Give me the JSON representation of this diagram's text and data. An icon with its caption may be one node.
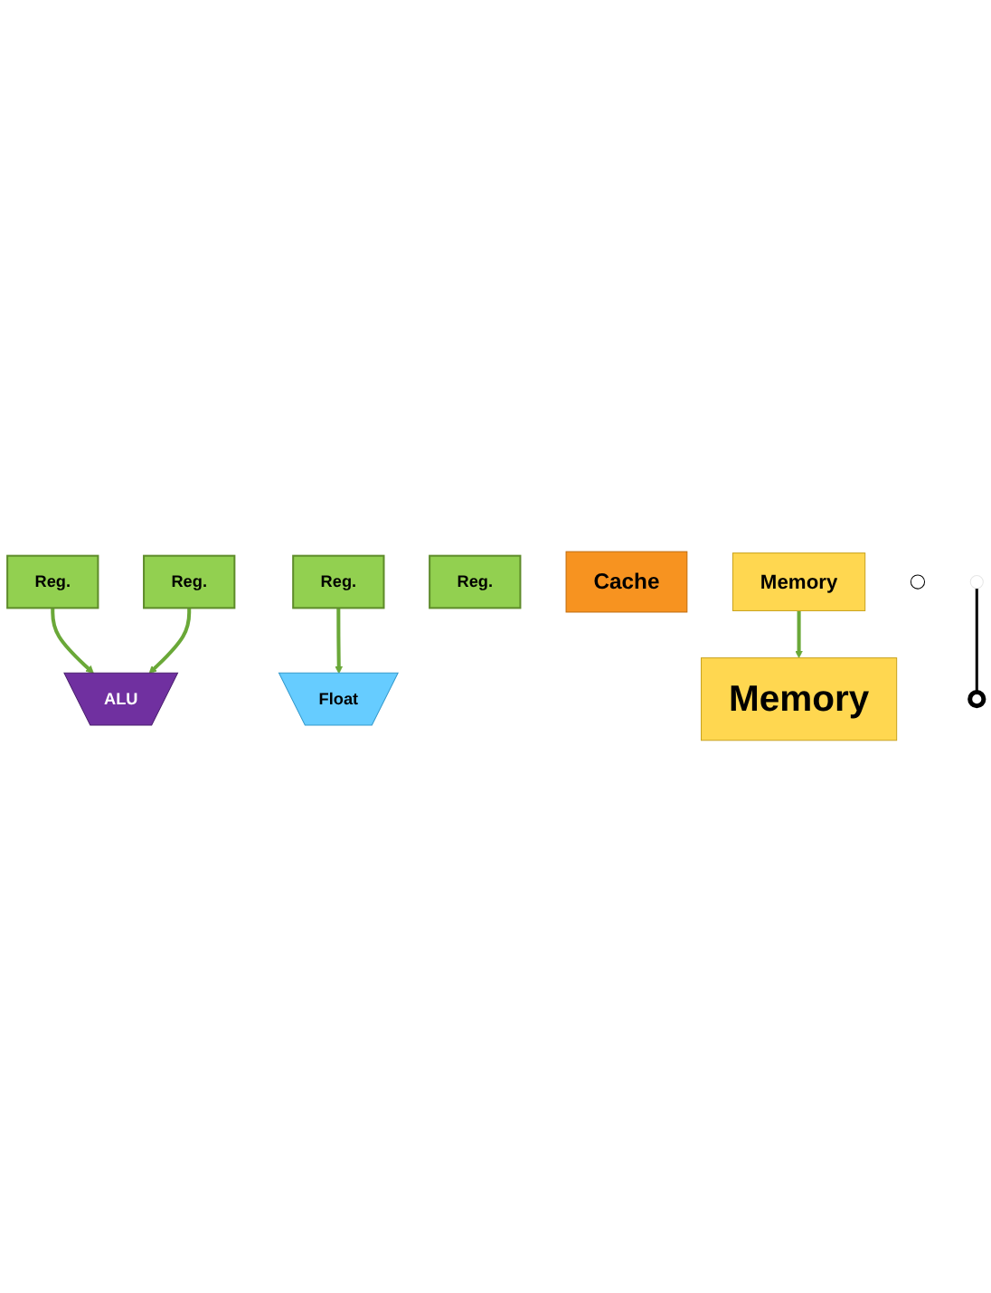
{
  "diagram": {
    "nodes": [
      {
        "text": [
          "Reg."
        ]
      },
      {
        "text": [
          "Reg."
        ]
      },
      {
        "text": [
          "Reg."
        ]
      },
      {
        "text": [
          "Reg."
        ]
      },
      {
        "text": [
          "ALU"
        ]
      },
      {
        "text": [
          "Float"
        ]
      },
      {
        "text": [
          "Cache"
        ]
      },
      {
        "text": [
          "Memory"
        ]
      },
      {
        "text": [
          "Memory"
        ]
      },
      {
        "text": [],
        "shape": "circle"
      },
      {
        "text": [],
        "shape": "circle"
      }
    ],
    "edges": [
      {
        "from": 0,
        "to": 4,
        "arrow": "to"
      },
      {
        "from": 1,
        "to": 4,
        "arrow": "to"
      },
      {
        "from": 2,
        "to": 5,
        "arrow": "to"
      },
      {
        "from": 7,
        "to": 8,
        "arrow": "to"
      },
      {
        "from": null,
        "to": 9,
        "arrow": "none",
        "color": "#000000"
      }
    ]
  }
}
